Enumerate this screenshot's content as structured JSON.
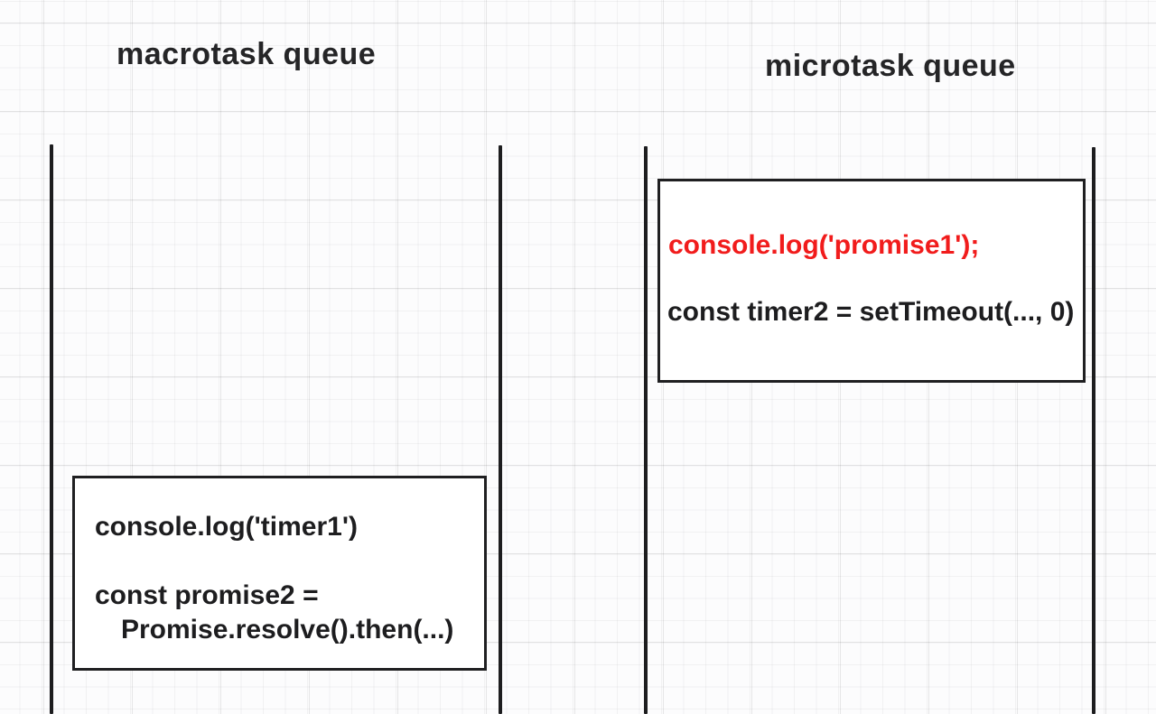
{
  "titles": {
    "macrotask": "macrotask queue",
    "microtask": "microtask queue"
  },
  "macrotask_box": {
    "lines": [
      {
        "text": "console.log('timer1')"
      },
      {
        "text": "const promise2 ="
      },
      {
        "text": "Promise.resolve().then(...)"
      }
    ]
  },
  "microtask_box": {
    "lines": [
      {
        "text": "console.log('promise1');"
      },
      {
        "text": "const timer2 = setTimeout(..., 0)"
      }
    ]
  },
  "colors": {
    "ink": "#1d1d1f",
    "highlight_red": "#f11c1c",
    "box_border": "#1f1f21",
    "wall": "#1d1d1f",
    "background": "#fcfcfd",
    "grid_minor": "#f0f0f2",
    "grid_major": "#e6e6ea"
  }
}
